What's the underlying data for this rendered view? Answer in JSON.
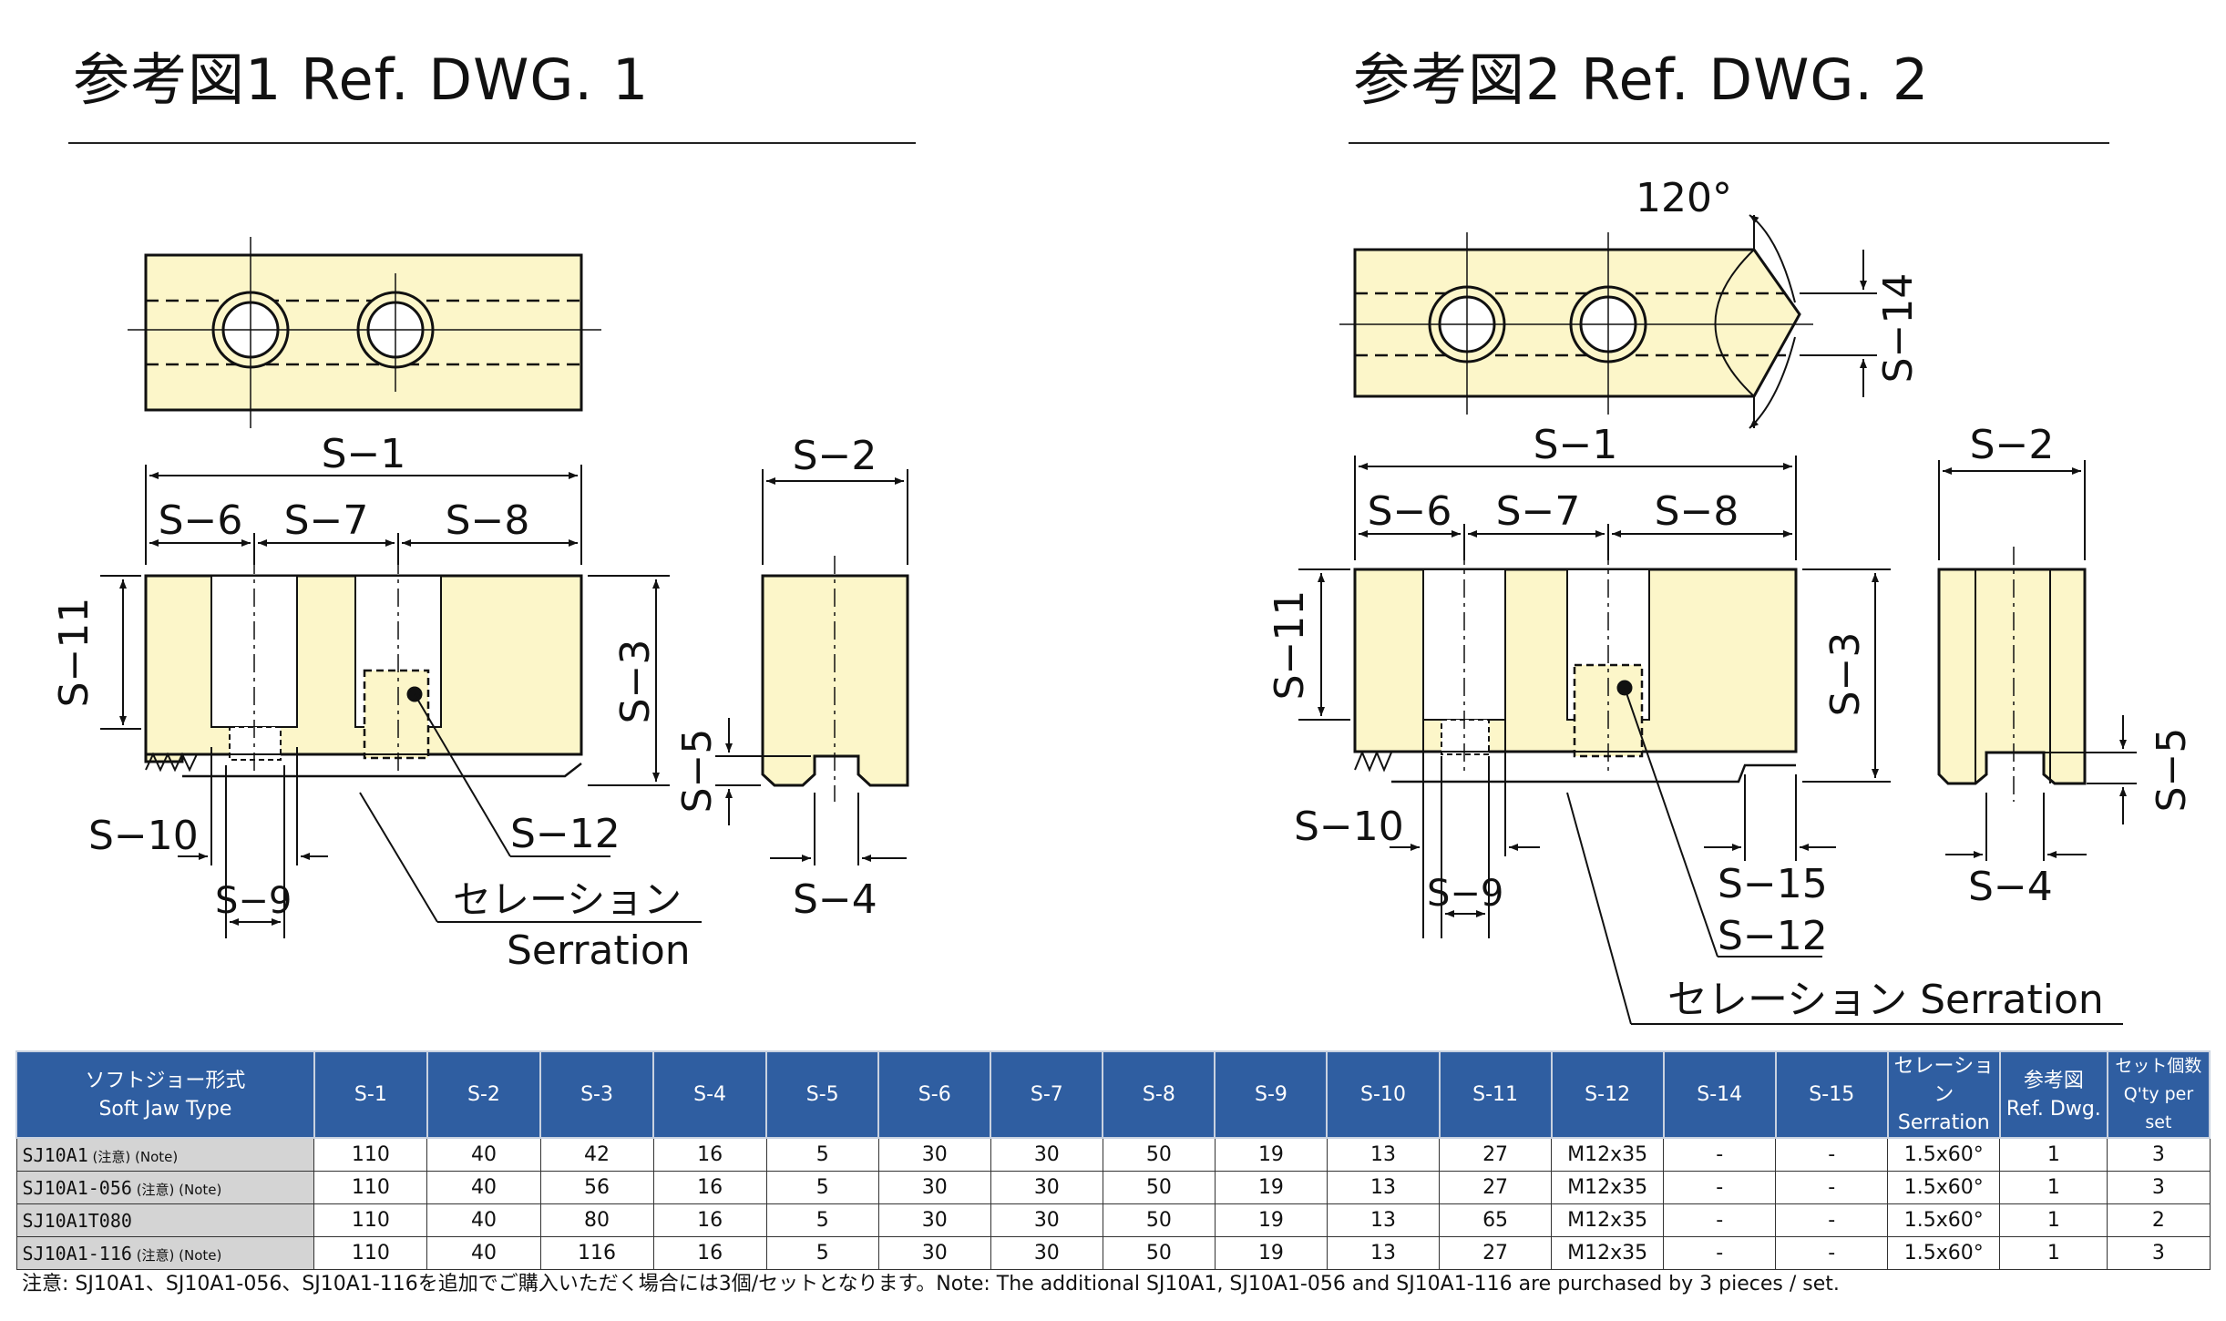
{
  "titles": {
    "dwg1": "参考図1  Ref. DWG. 1",
    "dwg2": "参考図2  Ref. DWG. 2"
  },
  "colors": {
    "part_fill": "#fcf6c9",
    "header_bg": "#2f5ea1",
    "type_bg": "#d4d4d4",
    "line": "#111111"
  },
  "dwg1_labels": {
    "s1": "S−1",
    "s2": "S−2",
    "s3": "S−3",
    "s4": "S−4",
    "s5": "S−5",
    "s6": "S−6",
    "s7": "S−7",
    "s8": "S−8",
    "s9": "S−9",
    "s10": "S−10",
    "s11": "S−11",
    "s12": "S−12",
    "serration_jp": "セレーション",
    "serration_en": "Serration"
  },
  "dwg2_labels": {
    "angle": "120°",
    "s14": "S−14",
    "s1": "S−1",
    "s2": "S−2",
    "s3": "S−3",
    "s4": "S−4",
    "s5": "S−5",
    "s6": "S−6",
    "s7": "S−7",
    "s8": "S−8",
    "s9": "S−9",
    "s10": "S−10",
    "s11": "S−11",
    "s12": "S−12",
    "s15": "S−15",
    "serration": "セレーション  Serration"
  },
  "table": {
    "header": {
      "type_jp": "ソフトジョー形式",
      "type_en": "Soft Jaw Type",
      "cols": [
        "S-1",
        "S-2",
        "S-3",
        "S-4",
        "S-5",
        "S-6",
        "S-7",
        "S-8",
        "S-9",
        "S-10",
        "S-11",
        "S-12",
        "S-14",
        "S-15"
      ],
      "serration_jp": "セレーション",
      "serration_en": "Serration",
      "refdwg_jp": "参考図",
      "refdwg_en": "Ref. Dwg.",
      "qty_jp": "セット個数",
      "qty_en": "Q'ty per set"
    },
    "rows": [
      {
        "type": "SJ10A1",
        "note": " (注意) (Note)",
        "values": [
          "110",
          "40",
          "42",
          "16",
          "5",
          "30",
          "30",
          "50",
          "19",
          "13",
          "27",
          "M12x35",
          "-",
          "-",
          "1.5x60°",
          "1",
          "3"
        ]
      },
      {
        "type": "SJ10A1-056",
        "note": " (注意) (Note)",
        "values": [
          "110",
          "40",
          "56",
          "16",
          "5",
          "30",
          "30",
          "50",
          "19",
          "13",
          "27",
          "M12x35",
          "-",
          "-",
          "1.5x60°",
          "1",
          "3"
        ]
      },
      {
        "type": "SJ10A1T080",
        "note": "",
        "values": [
          "110",
          "40",
          "80",
          "16",
          "5",
          "30",
          "30",
          "50",
          "19",
          "13",
          "65",
          "M12x35",
          "-",
          "-",
          "1.5x60°",
          "1",
          "2"
        ]
      },
      {
        "type": "SJ10A1-116",
        "note": " (注意) (Note)",
        "values": [
          "110",
          "40",
          "116",
          "16",
          "5",
          "30",
          "30",
          "50",
          "19",
          "13",
          "27",
          "M12x35",
          "-",
          "-",
          "1.5x60°",
          "1",
          "3"
        ]
      }
    ]
  },
  "footnote": "注意: SJ10A1、SJ10A1-056、SJ10A1-116を追加でご購入いただく場合には3個/セットとなります。Note: The additional SJ10A1, SJ10A1-056 and SJ10A1-116 are purchased by 3 pieces / set."
}
